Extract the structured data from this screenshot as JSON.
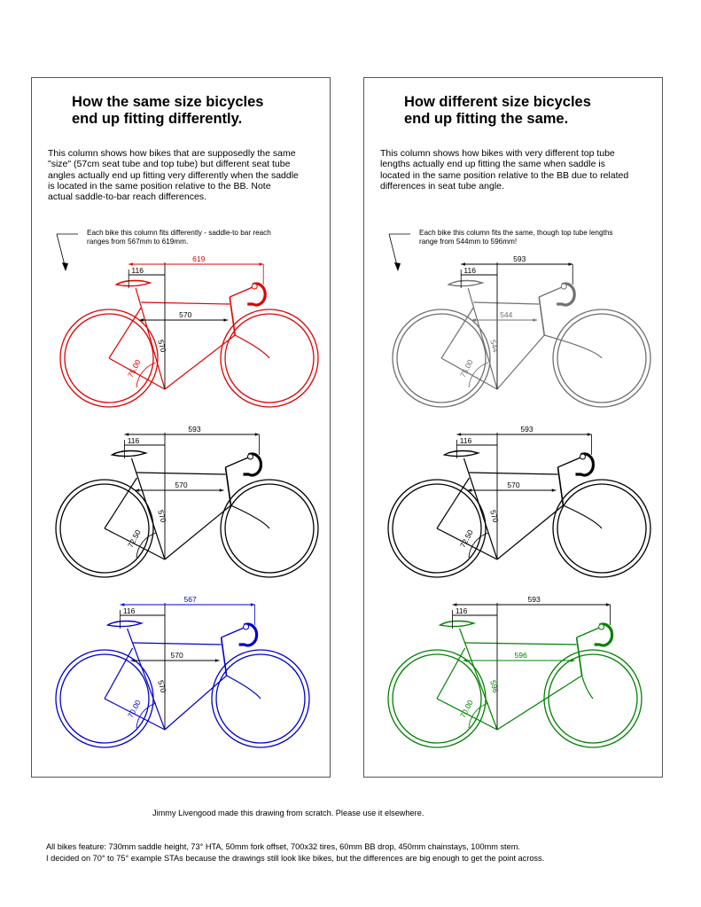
{
  "left": {
    "title": "How the same size bicycles\nend up fitting differently.",
    "description": "This column shows how bikes that are supposedly the same\n\"size\" (57cm seat tube and top tube) but different seat tube\nangles actually end up fitting very differently when the saddle\nis located in the same position relative to the BB. Note\nactual saddle-to-bar reach differences.",
    "note": "Each bike this column fits differently - saddle-to bar reach\nranges from 567mm to 619mm.",
    "bikes": [
      {
        "color": "#e00000",
        "angle": "75.00",
        "seat_tube": "570",
        "top_tube": "570",
        "setback": "116",
        "reach": "619"
      },
      {
        "color": "#000000",
        "angle": "72.50",
        "seat_tube": "570",
        "top_tube": "570",
        "setback": "116",
        "reach": "593"
      },
      {
        "color": "#0000cc",
        "angle": "70.00",
        "seat_tube": "570",
        "top_tube": "570",
        "setback": "116",
        "reach": "567"
      }
    ]
  },
  "right": {
    "title": "How different size bicycles\nend up fitting the same.",
    "description": "This column shows how bikes with very different top tube\n lengths actually end up fitting the same when saddle is\nlocated in the same position  relative to the BB due to related\ndifferences in seat tube angle.",
    "note": "Each bike this column fits the same, though top tube lengths\nrange from 544mm to 596mm!",
    "bikes": [
      {
        "color": "#707070",
        "angle": "75.00",
        "seat_tube": "544",
        "top_tube": "544",
        "setback": "116",
        "reach": "593"
      },
      {
        "color": "#000000",
        "angle": "72.50",
        "seat_tube": "570",
        "top_tube": "570",
        "setback": "116",
        "reach": "593"
      },
      {
        "color": "#008000",
        "angle": "70.00",
        "seat_tube": "596",
        "top_tube": "596",
        "setback": "116",
        "reach": "593"
      }
    ]
  },
  "credit": "Jimmy Livengood made this drawing from scratch. Please use it elsewhere.",
  "features": "All bikes feature: 730mm saddle height, 73° HTA, 50mm fork offset, 700x32 tires, 60mm BB drop, 450mm chainstays, 100mm stem.\nI decided on 70° to 75° example STAs because the drawings still look like bikes, but the differences are big enough to get the point across."
}
